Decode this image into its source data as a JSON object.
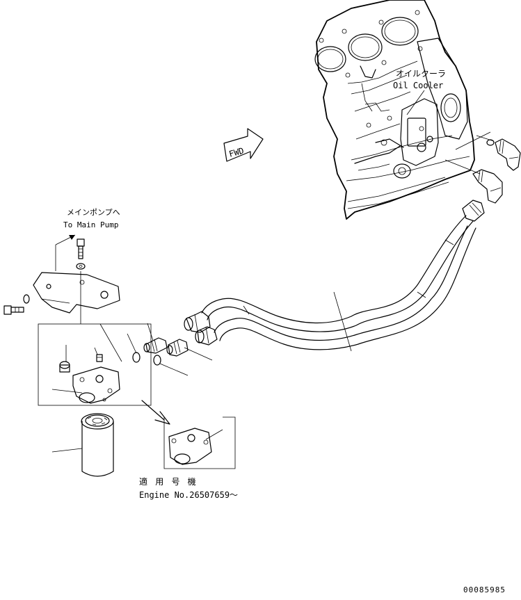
{
  "labels": {
    "oil_cooler_jp": "オイルクーラ",
    "oil_cooler_en": "Oil Cooler",
    "main_pump_jp": "メインポンプへ",
    "main_pump_en": "To Main Pump",
    "fwd": "FWD",
    "serial_jp": "適 用 号 機",
    "serial_en": "Engine No.26507659～",
    "drawing_number": "00085985"
  }
}
